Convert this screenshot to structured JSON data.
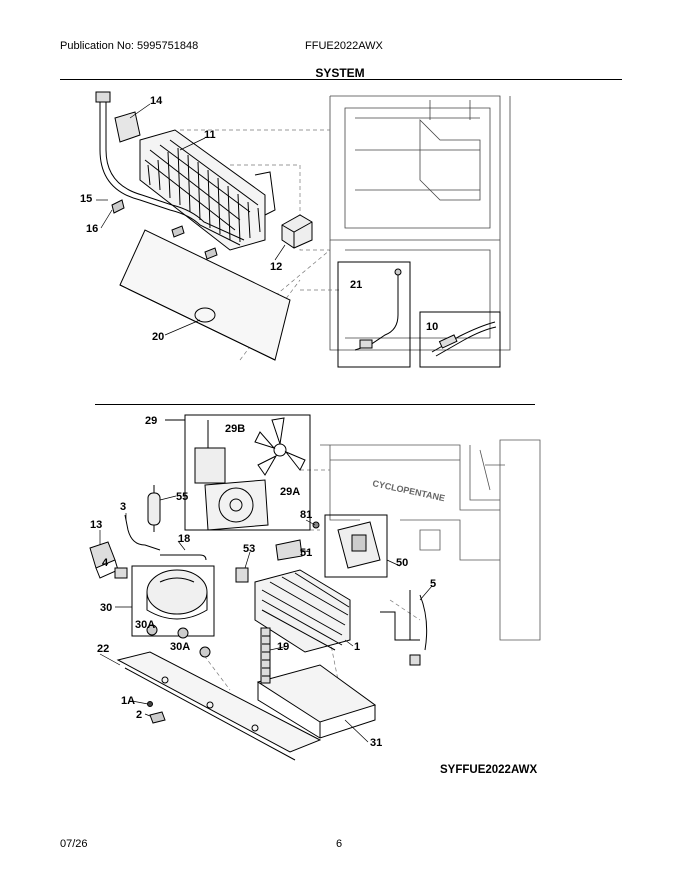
{
  "header": {
    "publication": "Publication No: 5995751848",
    "model": "FFUE2022AWX"
  },
  "section_title": "SYSTEM",
  "callouts": {
    "c14": "14",
    "c11": "11",
    "c15": "15",
    "c16": "16",
    "c12": "12",
    "c20": "20",
    "c21": "21",
    "c10": "10",
    "c29": "29",
    "c29B": "29B",
    "c29A": "29A",
    "c3": "3",
    "c55": "55",
    "c13": "13",
    "c18": "18",
    "c4": "4",
    "c30": "30",
    "c30A1": "30A",
    "c30A2": "30A",
    "c22": "22",
    "c1A": "1A",
    "c2": "2",
    "c81": "81",
    "c53": "53",
    "c51": "51",
    "c50": "50",
    "c1": "1",
    "c19": "19",
    "c5": "5",
    "c31": "31"
  },
  "liner_label": "CYCLOPENTANE",
  "diagram_code": "SYFFUE2022AWX",
  "footer": {
    "date": "07/26",
    "page": "6"
  }
}
